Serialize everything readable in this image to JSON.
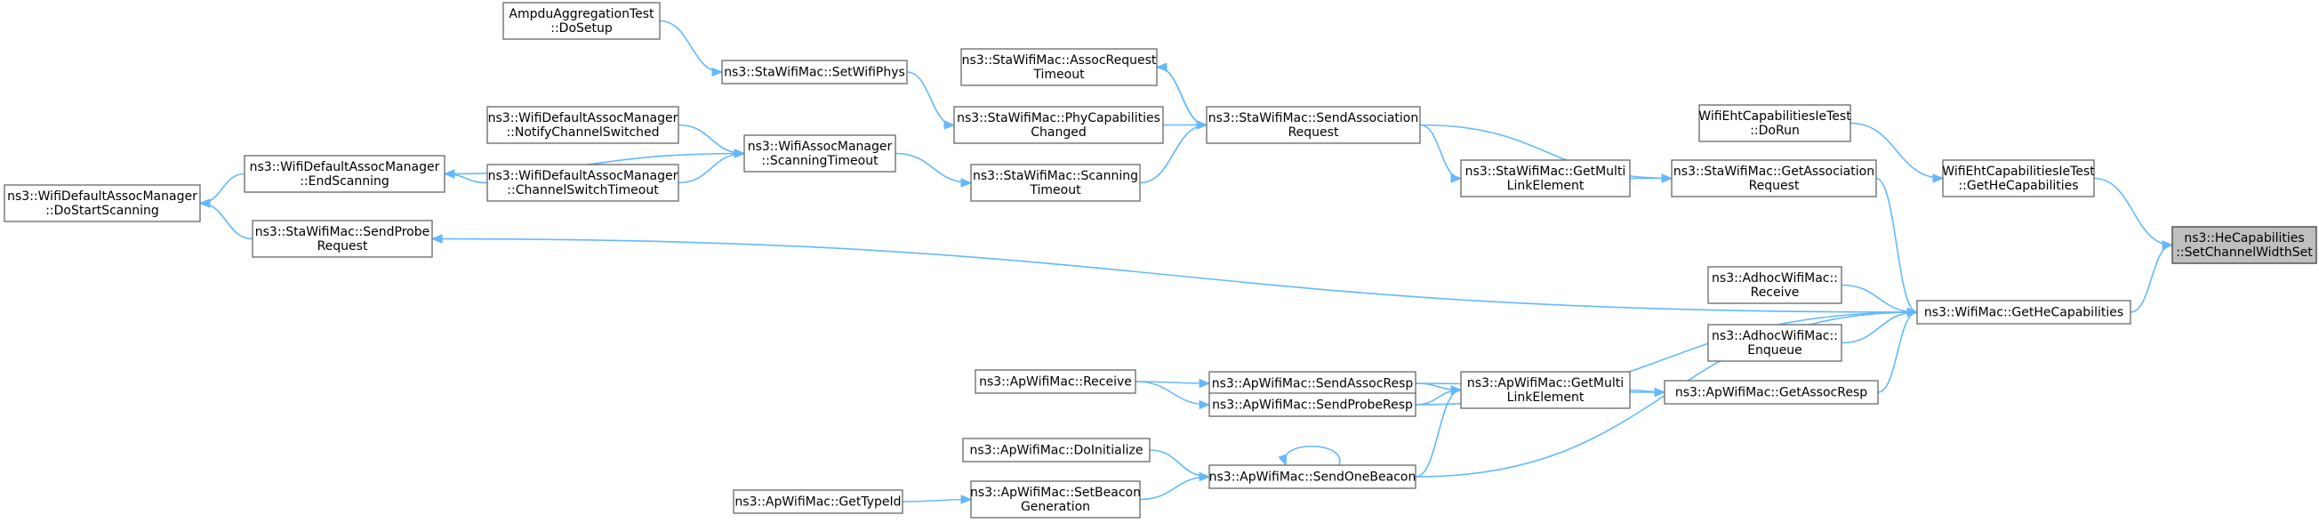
{
  "graph": {
    "title": "",
    "colors": {
      "edge": "#63b8ff",
      "node_border": "#666666",
      "root_fill": "#bfbfbf"
    },
    "nodes": [
      {
        "id": "root",
        "lines": [
          "ns3::HeCapabilities",
          "::SetChannelWidthSet"
        ],
        "root": true
      },
      {
        "id": "getHeCap",
        "lines": [
          "ns3::WifiMac::GetHeCapabilities"
        ]
      },
      {
        "id": "ehtGetHeCap",
        "lines": [
          "WifiEhtCapabilitiesIeTest",
          "::GetHeCapabilities"
        ]
      },
      {
        "id": "ehtDoRun",
        "lines": [
          "WifiEhtCapabilitiesIeTest",
          "::DoRun"
        ]
      },
      {
        "id": "staGetAssocReq",
        "lines": [
          "ns3::StaWifiMac::GetAssociation",
          "Request"
        ]
      },
      {
        "id": "staSendAssocReq",
        "lines": [
          "ns3::StaWifiMac::SendAssociation",
          "Request"
        ]
      },
      {
        "id": "staGetMultiLink",
        "lines": [
          "ns3::StaWifiMac::GetMulti",
          "LinkElement"
        ]
      },
      {
        "id": "staAssocReqTimeout",
        "lines": [
          "ns3::StaWifiMac::AssocRequest",
          "Timeout"
        ]
      },
      {
        "id": "staPhyCapChanged",
        "lines": [
          "ns3::StaWifiMac::PhyCapabilities",
          "Changed"
        ]
      },
      {
        "id": "staScanTimeout",
        "lines": [
          "ns3::StaWifiMac::Scanning",
          "Timeout"
        ]
      },
      {
        "id": "staSetWifiPhys",
        "lines": [
          "ns3::StaWifiMac::SetWifiPhys"
        ]
      },
      {
        "id": "ampduDoSetup",
        "lines": [
          "AmpduAggregationTest",
          "::DoSetup"
        ]
      },
      {
        "id": "assocScanTimeout",
        "lines": [
          "ns3::WifiAssocManager",
          "::ScanningTimeout"
        ]
      },
      {
        "id": "defNotifyCh",
        "lines": [
          "ns3::WifiDefaultAssocManager",
          "::NotifyChannelSwitched"
        ]
      },
      {
        "id": "defChSwitchTimeout",
        "lines": [
          "ns3::WifiDefaultAssocManager",
          "::ChannelSwitchTimeout"
        ]
      },
      {
        "id": "defEndScan",
        "lines": [
          "ns3::WifiDefaultAssocManager",
          "::EndScanning"
        ]
      },
      {
        "id": "defDoStartScan",
        "lines": [
          "ns3::WifiDefaultAssocManager",
          "::DoStartScanning"
        ]
      },
      {
        "id": "staSendProbeReq",
        "lines": [
          "ns3::StaWifiMac::SendProbe",
          "Request"
        ]
      },
      {
        "id": "adhocReceive",
        "lines": [
          "ns3::AdhocWifiMac::",
          "Receive"
        ]
      },
      {
        "id": "adhocEnqueue",
        "lines": [
          "ns3::AdhocWifiMac::",
          "Enqueue"
        ]
      },
      {
        "id": "apGetAssocResp",
        "lines": [
          "ns3::ApWifiMac::GetAssocResp"
        ]
      },
      {
        "id": "apGetMultiLink",
        "lines": [
          "ns3::ApWifiMac::GetMulti",
          "LinkElement"
        ]
      },
      {
        "id": "apSendAssocResp",
        "lines": [
          "ns3::ApWifiMac::SendAssocResp"
        ]
      },
      {
        "id": "apSendProbeResp",
        "lines": [
          "ns3::ApWifiMac::SendProbeResp"
        ]
      },
      {
        "id": "apReceive",
        "lines": [
          "ns3::ApWifiMac::Receive"
        ]
      },
      {
        "id": "apSendOneBeacon",
        "lines": [
          "ns3::ApWifiMac::SendOneBeacon"
        ]
      },
      {
        "id": "apDoInit",
        "lines": [
          "ns3::ApWifiMac::DoInitialize"
        ]
      },
      {
        "id": "apSetBeaconGen",
        "lines": [
          "ns3::ApWifiMac::SetBeacon",
          "Generation"
        ]
      },
      {
        "id": "apGetTypeId",
        "lines": [
          "ns3::ApWifiMac::GetTypeId"
        ]
      }
    ],
    "edges": [
      {
        "from": "getHeCap",
        "to": "root"
      },
      {
        "from": "ehtGetHeCap",
        "to": "root"
      },
      {
        "from": "ehtDoRun",
        "to": "ehtGetHeCap"
      },
      {
        "from": "staGetAssocReq",
        "to": "getHeCap"
      },
      {
        "from": "staSendAssocReq",
        "to": "staGetAssocReq"
      },
      {
        "from": "staGetMultiLink",
        "to": "staGetAssocReq"
      },
      {
        "from": "staSendAssocReq",
        "to": "staGetMultiLink"
      },
      {
        "from": "staSendAssocReq",
        "to": "staAssocReqTimeout"
      },
      {
        "from": "staAssocReqTimeout",
        "to": "staSendAssocReq"
      },
      {
        "from": "staPhyCapChanged",
        "to": "staSendAssocReq"
      },
      {
        "from": "staScanTimeout",
        "to": "staSendAssocReq"
      },
      {
        "from": "staSetWifiPhys",
        "to": "staPhyCapChanged"
      },
      {
        "from": "ampduDoSetup",
        "to": "staSetWifiPhys"
      },
      {
        "from": "assocScanTimeout",
        "to": "staScanTimeout"
      },
      {
        "from": "defNotifyCh",
        "to": "assocScanTimeout"
      },
      {
        "from": "defChSwitchTimeout",
        "to": "assocScanTimeout"
      },
      {
        "from": "defEndScan",
        "to": "assocScanTimeout"
      },
      {
        "from": "defChSwitchTimeout",
        "to": "defEndScan"
      },
      {
        "from": "defEndScan",
        "to": "defDoStartScan"
      },
      {
        "from": "staSendProbeReq",
        "to": "defDoStartScan"
      },
      {
        "from": "getHeCap",
        "to": "staSendProbeReq"
      },
      {
        "from": "adhocReceive",
        "to": "getHeCap"
      },
      {
        "from": "adhocEnqueue",
        "to": "getHeCap"
      },
      {
        "from": "apGetAssocResp",
        "to": "getHeCap"
      },
      {
        "from": "apGetMultiLink",
        "to": "apGetAssocResp"
      },
      {
        "from": "apSendAssocResp",
        "to": "apGetAssocResp"
      },
      {
        "from": "apSendAssocResp",
        "to": "apGetMultiLink"
      },
      {
        "from": "apSendProbeResp",
        "to": "apGetMultiLink"
      },
      {
        "from": "apSendOneBeacon",
        "to": "apGetMultiLink"
      },
      {
        "from": "apSendProbeResp",
        "to": "getHeCap"
      },
      {
        "from": "apSendOneBeacon",
        "to": "getHeCap"
      },
      {
        "from": "apReceive",
        "to": "apSendAssocResp"
      },
      {
        "from": "apReceive",
        "to": "apSendProbeResp"
      },
      {
        "from": "apDoInit",
        "to": "apSendOneBeacon"
      },
      {
        "from": "apSetBeaconGen",
        "to": "apSendOneBeacon"
      },
      {
        "from": "apSendOneBeacon",
        "to": "apSendOneBeacon"
      },
      {
        "from": "apGetTypeId",
        "to": "apSetBeaconGen"
      }
    ]
  }
}
